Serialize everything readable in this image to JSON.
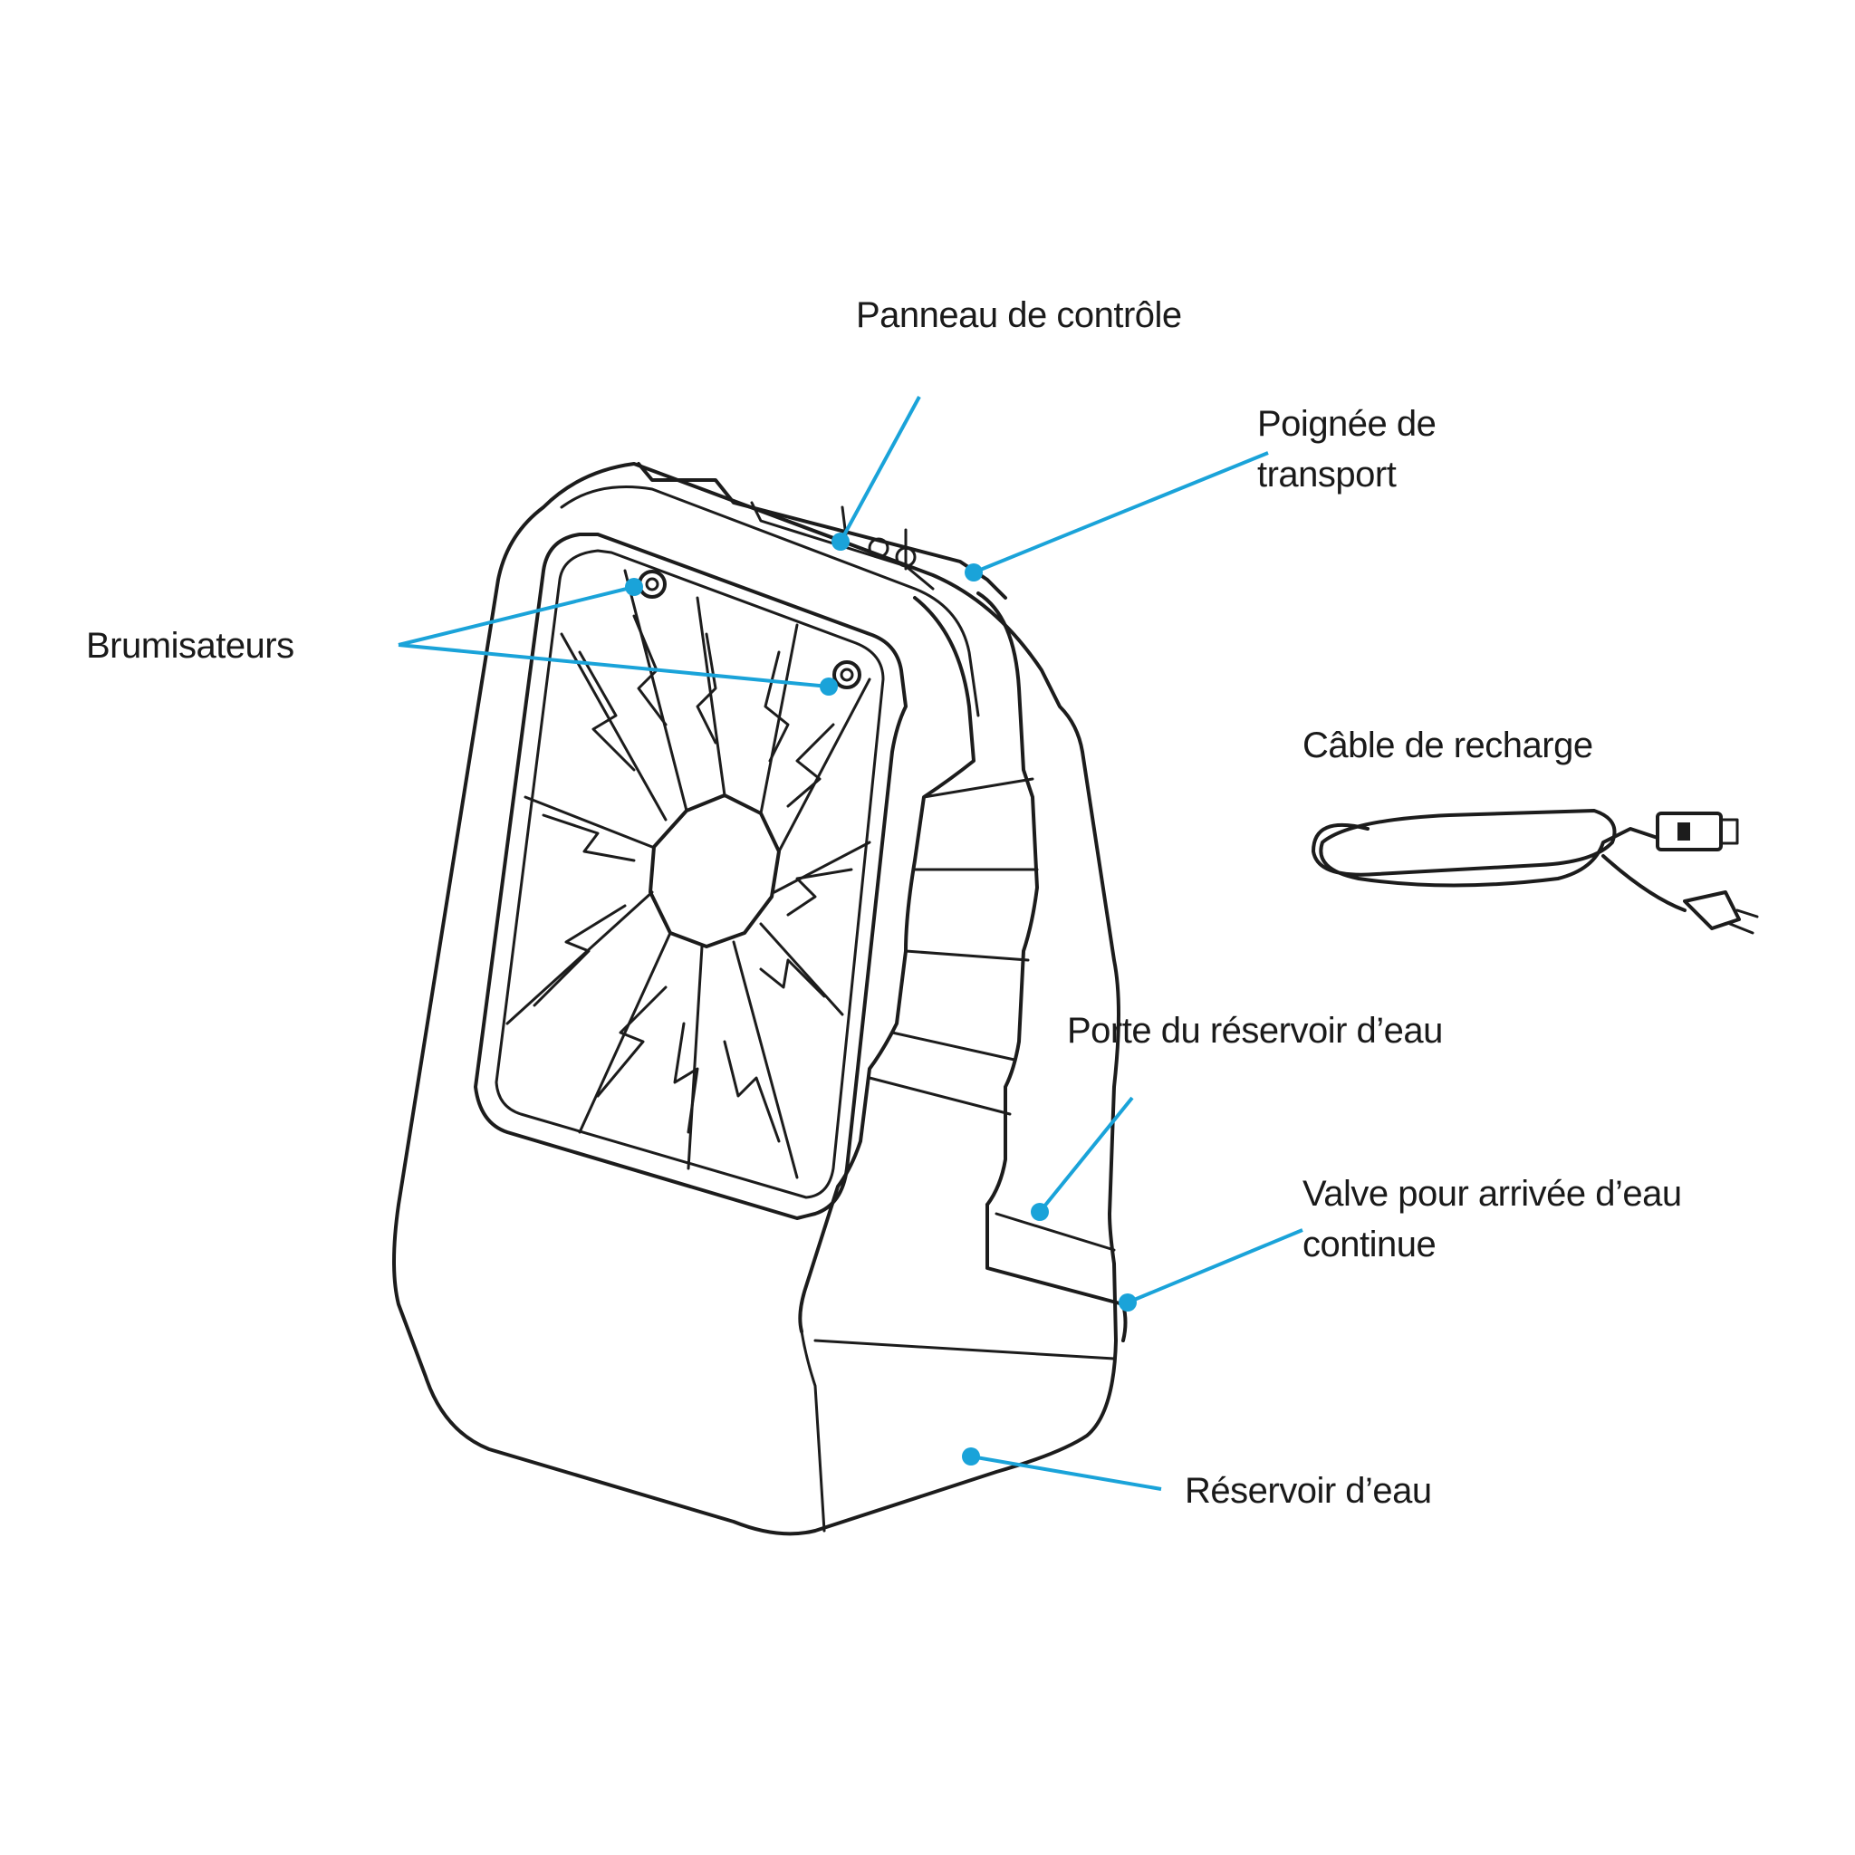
{
  "accent_color": "#1aa3d9",
  "labels": {
    "panneau": "Panneau de contrôle",
    "poignee_line1": "Poignée de",
    "poignee_line2": "transport",
    "brumisateurs": "Brumisateurs",
    "cable": "Câble de recharge",
    "porte": "Porte du réservoir d’eau",
    "valve_line1": "Valve pour arrivée d’eau",
    "valve_line2": "continue",
    "reservoir": "Réservoir d’eau"
  }
}
